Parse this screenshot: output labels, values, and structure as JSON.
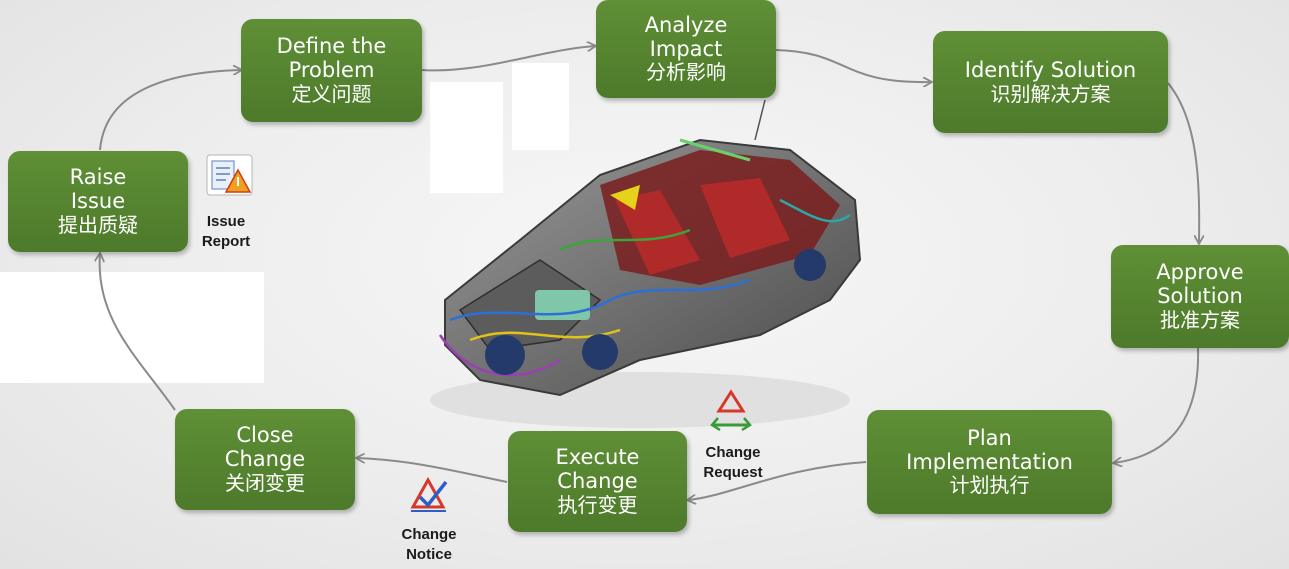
{
  "steps": {
    "define": {
      "l1": "Define the",
      "l2": "Problem",
      "cn": "定义问题"
    },
    "analyze": {
      "l1": "Analyze",
      "l2": "Impact",
      "cn": "分析影响"
    },
    "identify": {
      "l1": "Identify Solution",
      "cn": "识别解决方案"
    },
    "raise": {
      "l1": "Raise",
      "l2": "Issue",
      "cn": "提出质疑"
    },
    "approve": {
      "l1": "Approve",
      "l2": "Solution",
      "cn": "批准方案"
    },
    "plan": {
      "l1": "Plan",
      "l2": "Implementation",
      "cn": "计划执行"
    },
    "execute": {
      "l1": "Execute",
      "l2": "Change",
      "cn": "执行变更"
    },
    "close": {
      "l1": "Close",
      "l2": "Change",
      "cn": "关闭变更"
    }
  },
  "documents": {
    "issue_report": {
      "l1": "Issue",
      "l2": "Report"
    },
    "change_request": {
      "l1": "Change",
      "l2": "Request"
    },
    "change_notice": {
      "l1": "Change",
      "l2": "Notice"
    }
  },
  "colors": {
    "box_green": "#55832f",
    "text": "#ffffff",
    "arrow": "#8a8a8a"
  }
}
